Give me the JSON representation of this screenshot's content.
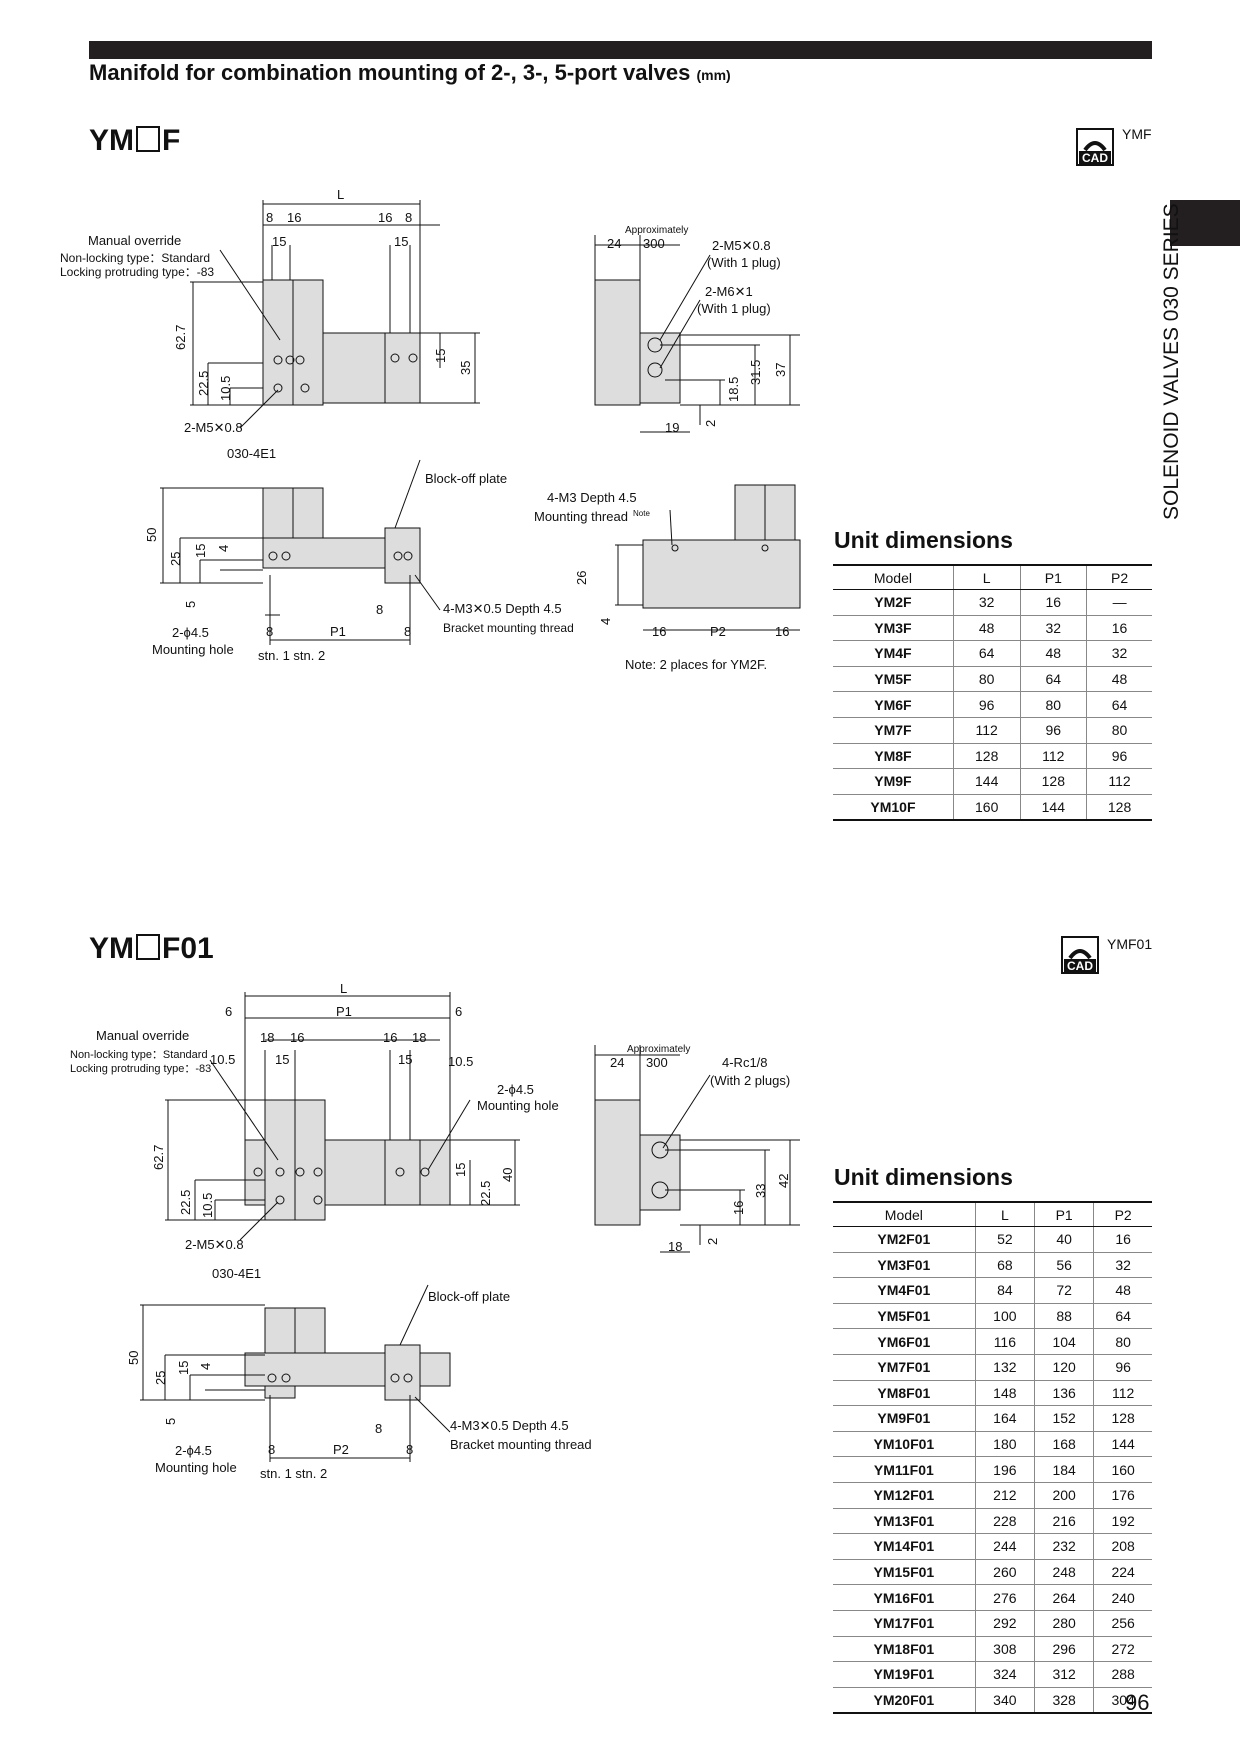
{
  "header": {
    "title": "Manifold for combination mounting of 2-, 3-, 5-port valves",
    "unit": "(mm)"
  },
  "side_tab": {
    "text": "SOLENOID VALVES 030 SERIES"
  },
  "page_number": "96",
  "cad_icon": {
    "label": "CAD"
  },
  "section1": {
    "title_prefix": "YM",
    "title_suffix": "F",
    "cad_code": "YMF",
    "labels": {
      "L": "L",
      "d8a": "8",
      "d16a": "16",
      "d16b": "16",
      "d8b": "8",
      "d15a": "15",
      "d15b": "15",
      "manual": "Manual override",
      "nonlock": "Non-locking type：Standard",
      "lock": "Locking protruding type：-83",
      "h627": "62.7",
      "h225": "22.5",
      "h105": "10.5",
      "h15": "15",
      "h35": "35",
      "m5a": "2-M5✕0.8",
      "approx": "Approximately",
      "d24": "24",
      "d300": "300",
      "m5b": "2-M5✕0.8",
      "plug1": "(With 1 plug)",
      "m6": "2-M6✕1",
      "plug2": "(With 1 plug)",
      "h315": "31.5",
      "h37": "37",
      "h185": "18.5",
      "d19": "19",
      "d2": "2",
      "valve": "030-4E1",
      "blockoff": "Block-off plate",
      "h50": "50",
      "h25": "25",
      "h15b": "15",
      "h4": "4",
      "h5": "5",
      "d8c": "8",
      "d8d": "8",
      "d8e": "8",
      "P1": "P1",
      "m3b": "4-M3✕0.5 Depth 4.5",
      "bracket": "Bracket mounting thread",
      "mhole": "2-ϕ4.5",
      "mhole2": "Mounting hole",
      "stn": "stn. 1 stn. 2",
      "m3": "4-M3 Depth 4.5",
      "mthread": "Mounting thread",
      "note_sup": "Note",
      "h26": "26",
      "h4b": "4",
      "d16c": "16",
      "P2": "P2",
      "d16d": "16",
      "note": "Note: 2 places for YM2F."
    },
    "table": {
      "title": "Unit dimensions",
      "headers": [
        "Model",
        "L",
        "P1",
        "P2"
      ],
      "rows": [
        [
          "YM2F",
          "32",
          "16",
          "—"
        ],
        [
          "YM3F",
          "48",
          "32",
          "16"
        ],
        [
          "YM4F",
          "64",
          "48",
          "32"
        ],
        [
          "YM5F",
          "80",
          "64",
          "48"
        ],
        [
          "YM6F",
          "96",
          "80",
          "64"
        ],
        [
          "YM7F",
          "112",
          "96",
          "80"
        ],
        [
          "YM8F",
          "128",
          "112",
          "96"
        ],
        [
          "YM9F",
          "144",
          "128",
          "112"
        ],
        [
          "YM10F",
          "160",
          "144",
          "128"
        ]
      ]
    }
  },
  "section2": {
    "title_prefix": "YM",
    "title_suffix": "F01",
    "cad_code": "YMF01",
    "labels": {
      "L": "L",
      "d6a": "6",
      "P1": "P1",
      "d6b": "6",
      "d18a": "18",
      "d16a": "16",
      "d16b": "16",
      "d18b": "18",
      "manual": "Manual override",
      "nonlock": "Non-locking type：Standard",
      "lock": "Locking protruding type：-83",
      "d105a": "10.5",
      "d15a": "15",
      "d15b": "15",
      "d105b": "10.5",
      "mh": "2-ϕ4.5",
      "mh2": "Mounting hole",
      "h627": "62.7",
      "h225": "22.5",
      "h105": "10.5",
      "h15": "15",
      "h225b": "22.5",
      "h40": "40",
      "m5": "2-M5✕0.8",
      "approx": "Approximately",
      "d24": "24",
      "d300": "300",
      "rc": "4-Rc1/8",
      "plug": "(With 2 plugs)",
      "h16": "16",
      "h33": "33",
      "h42": "42",
      "d18": "18",
      "d2": "2",
      "valve": "030-4E1",
      "blockoff": "Block-off plate",
      "h50": "50",
      "h25": "25",
      "h15b": "15",
      "h4": "4",
      "h5": "5",
      "d8a": "8",
      "d8b": "8",
      "d8c": "8",
      "P2": "P2",
      "m3": "4-M3✕0.5 Depth 4.5",
      "bracket": "Bracket mounting thread",
      "mhole": "2-ϕ4.5",
      "mhole2": "Mounting hole",
      "stn": "stn. 1 stn. 2"
    },
    "table": {
      "title": "Unit dimensions",
      "headers": [
        "Model",
        "L",
        "P1",
        "P2"
      ],
      "rows": [
        [
          "YM2F01",
          "52",
          "40",
          "16"
        ],
        [
          "YM3F01",
          "68",
          "56",
          "32"
        ],
        [
          "YM4F01",
          "84",
          "72",
          "48"
        ],
        [
          "YM5F01",
          "100",
          "88",
          "64"
        ],
        [
          "YM6F01",
          "116",
          "104",
          "80"
        ],
        [
          "YM7F01",
          "132",
          "120",
          "96"
        ],
        [
          "YM8F01",
          "148",
          "136",
          "112"
        ],
        [
          "YM9F01",
          "164",
          "152",
          "128"
        ],
        [
          "YM10F01",
          "180",
          "168",
          "144"
        ],
        [
          "YM11F01",
          "196",
          "184",
          "160"
        ],
        [
          "YM12F01",
          "212",
          "200",
          "176"
        ],
        [
          "YM13F01",
          "228",
          "216",
          "192"
        ],
        [
          "YM14F01",
          "244",
          "232",
          "208"
        ],
        [
          "YM15F01",
          "260",
          "248",
          "224"
        ],
        [
          "YM16F01",
          "276",
          "264",
          "240"
        ],
        [
          "YM17F01",
          "292",
          "280",
          "256"
        ],
        [
          "YM18F01",
          "308",
          "296",
          "272"
        ],
        [
          "YM19F01",
          "324",
          "312",
          "288"
        ],
        [
          "YM20F01",
          "340",
          "328",
          "304"
        ]
      ]
    }
  }
}
